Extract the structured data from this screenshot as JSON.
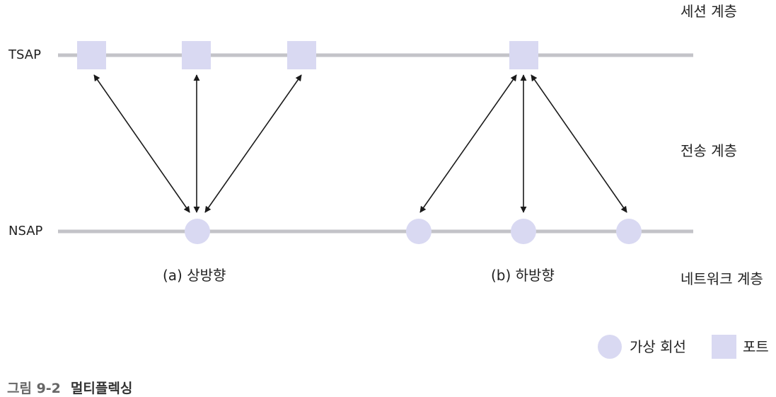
{
  "layers": {
    "session": "세션 계층",
    "transport": "전송 계층",
    "network": "네트워크 계층"
  },
  "lines": {
    "tsap": "TSAP",
    "nsap": "NSAP"
  },
  "subcaptions": {
    "upward": "(a) 상방향",
    "downward": "(b) 하방향"
  },
  "legend": {
    "circle": "가상 회선",
    "square": "포트"
  },
  "figure": {
    "number": "그림 9-2",
    "title": "멀티플렉싱"
  },
  "colors": {
    "line": "#c3c3c8",
    "node": "#d9d9f2",
    "arrow": "#1a1a1a"
  }
}
